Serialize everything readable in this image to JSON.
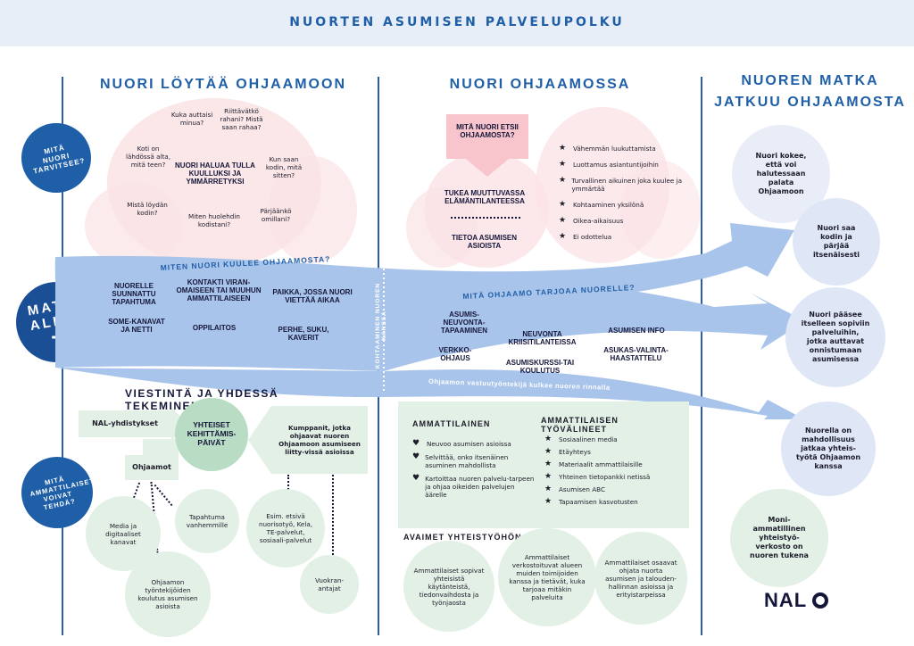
{
  "header": {
    "title": "NUORTEN ASUMISEN PALVELUPOLKU"
  },
  "columns": {
    "left_title": "NUORI LÖYTÄÄ OHJAAMOON",
    "middle_title": "NUORI OHJAAMOSSA",
    "right_title_line1": "NUOREN MATKA",
    "right_title_line2": "JATKUU OHJAAMOSTA"
  },
  "side_labels": {
    "tarvitsee": "MITÄ NUORI TARVITSEE?",
    "matka": "MATKA ALKAA",
    "ammattilaiset": "MITÄ AMMATTILAISET VOIVAT TEHDÄ?"
  },
  "needs": {
    "q1": "Kuka auttaisi minua?",
    "q2": "Riittävätkö rahani? Mistä saan rahaa?",
    "q3": "Koti on lähdössä alta, mitä teen?",
    "center": "NUORI HALUAA TULLA KUULLUKSI JA YMMÄRRETYKSI",
    "q4": "Kun saan kodin, mitä sitten?",
    "q5": "Mistä löydän kodin?",
    "q6": "Miten huolehdin kodistani?",
    "q7": "Pärjäänkö omillani?"
  },
  "seeks": {
    "box": "MITÄ NUORI ETSII OHJAAMOSTA?",
    "support": "TUKEA MUUTTUVASSA ELÄMÄNTILANTEESSA",
    "info": "TIETOA ASUMISEN ASIOISTA",
    "items": [
      "Vähemmän luukuttamista",
      "Luottamus asiantuntijoihin",
      "Turvallinen aikuinen joka kuulee ja ymmärtää",
      "Kohtaaminen yksilönä",
      "Oikea-aikaisuus",
      "Ei odottelua"
    ]
  },
  "band": {
    "hear_title": "MITEN NUORI KUULEE OHJAAMOSTA?",
    "hear_items": [
      "NUORELLE SUUNNATTU TAPAHTUMA",
      "KONTAKTI VIRAN-OMAISEEN TAI MUUHUN AMMATTILAISEEN",
      "PAIKKA, JOSSA NUORI VIETTÄÄ AIKAA",
      "SOME-KANAVAT JA NETTI",
      "OPPILAITOS",
      "PERHE, SUKU, KAVERIT"
    ],
    "vertical": "KOHTAAMINEN NUOREN KANSSA",
    "offer_title": "MITÄ OHJAAMO TARJOAA NUORELLE?",
    "offer_items": [
      "ASUMIS-NEUVONTA-TAPAAMINEN",
      "NEUVONTA KRIISITILANTEISSA",
      "ASUMISEN INFO",
      "VERKKO-OHJAUS",
      "ASUMISKURSSI-TAI KOULUTUS",
      "ASUKAS-VALINTA-HAASTATTELU"
    ],
    "footer": "Ohjaamon vastuutyöntekijä kulkee nuoren rinnalla"
  },
  "journey": [
    "Nuori kokee, että voi halutessaan palata Ohjaamoon",
    "Nuori saa kodin ja pärjää itsenäisesti",
    "Nuori pääsee itselleen sopiviin palveluihin, jotka auttavat onnistumaan asumisessa",
    "Nuorella on mahdollisuus jatkaa yhteis-työtä Ohjaamon kanssa",
    "Moni-ammatillinen yhteistyö-verkosto on nuoren tukena"
  ],
  "communication": {
    "title": "VIESTINTÄ JA YHDESSÄ TEKEMINEN",
    "nal": "NAL-yhdistykset",
    "ohjaamot": "Ohjaamot",
    "center": "YHTEISET KEHITTÄMIS-PÄIVÄT",
    "partners": "Kumppanit, jotka ohjaavat nuoren Ohjaamoon asumiseen liitty-vissä asioissa",
    "c1": "Media ja digitaaliset kanavat",
    "c2": "Tapahtuma vanhemmille",
    "c3": "Ohjaamon työntekijöiden koulutus asumisen asioista",
    "c4": "Esim. etsivä nuorisotyö, Kela, TE-palvelut, sosiaali-palvelut",
    "c5": "Vuokran-antajat"
  },
  "professional": {
    "title": "AMMATTILAINEN",
    "items": [
      "Neuvoo asumisen asioissa",
      "Selvittää, onko itsenäinen asuminen mahdollista",
      "Kartoittaa nuoren palvelu-tarpeen ja ohjaa oikeiden palvelujen äärelle"
    ],
    "tools_title": "AMMATTILAISEN TYÖVÄLINEET",
    "tools": [
      "Sosiaalinen media",
      "Etäyhteys",
      "Materiaalit ammattilaisille",
      "Yhteinen tietopankki netissä",
      "Asumisen ABC",
      "Tapaamisen kasvotusten"
    ]
  },
  "keys": {
    "title": "AVAIMET YHTEISTYÖHÖN",
    "k1": "Ammattilaiset sopivat yhteisistä käytänteistä, tiedonvaihdosta ja työnjaosta",
    "k2": "Ammattilaiset verkostoituvat alueen muiden toimijoiden kanssa ja tietävät, kuka tarjoaa mitäkin palveluita",
    "k3": "Ammattilaiset osaavat ohjata nuorta asumisen ja talouden-hallinnan asioissa ja erityistarpeissa"
  },
  "logo": {
    "text": "NAL"
  },
  "colors": {
    "accent": "#1f5fa8",
    "band": "#a9c4ea",
    "pink": "#fbe3e6",
    "green": "#e3f0e6",
    "light_blue": "#e9edf8"
  },
  "icons": {
    "star": "★",
    "heart": "♥"
  }
}
